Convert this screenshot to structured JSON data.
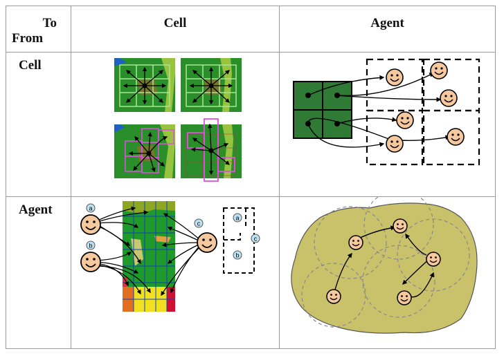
{
  "table": {
    "corner": {
      "to_label": "To",
      "from_label": "From"
    },
    "columns": [
      "Cell",
      "Agent"
    ],
    "rows": [
      "Cell",
      "Agent"
    ]
  },
  "agent_cell_panel": {
    "markers": {
      "a": "a",
      "b": "b",
      "c": "c"
    }
  },
  "colors": {
    "grass": "#2a8f2a",
    "cell_dark": "#2f7a34",
    "agent_face": "#f5c89e",
    "region": "#c9c26a",
    "highlight": "#e050e0"
  }
}
